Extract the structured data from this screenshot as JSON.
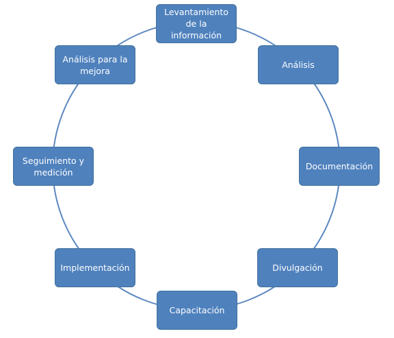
{
  "cycle": {
    "stages": [
      "Levantamiento de la información",
      "Análisis",
      "Documentación",
      "Divulgación",
      "Capacitación",
      "Implementación",
      "Seguimiento y medición",
      "Análisis para la mejora"
    ],
    "colors": {
      "node_fill": "#4f81bd",
      "node_border": "#41719c",
      "connector": "#5b87c0",
      "text": "#ffffff"
    }
  }
}
